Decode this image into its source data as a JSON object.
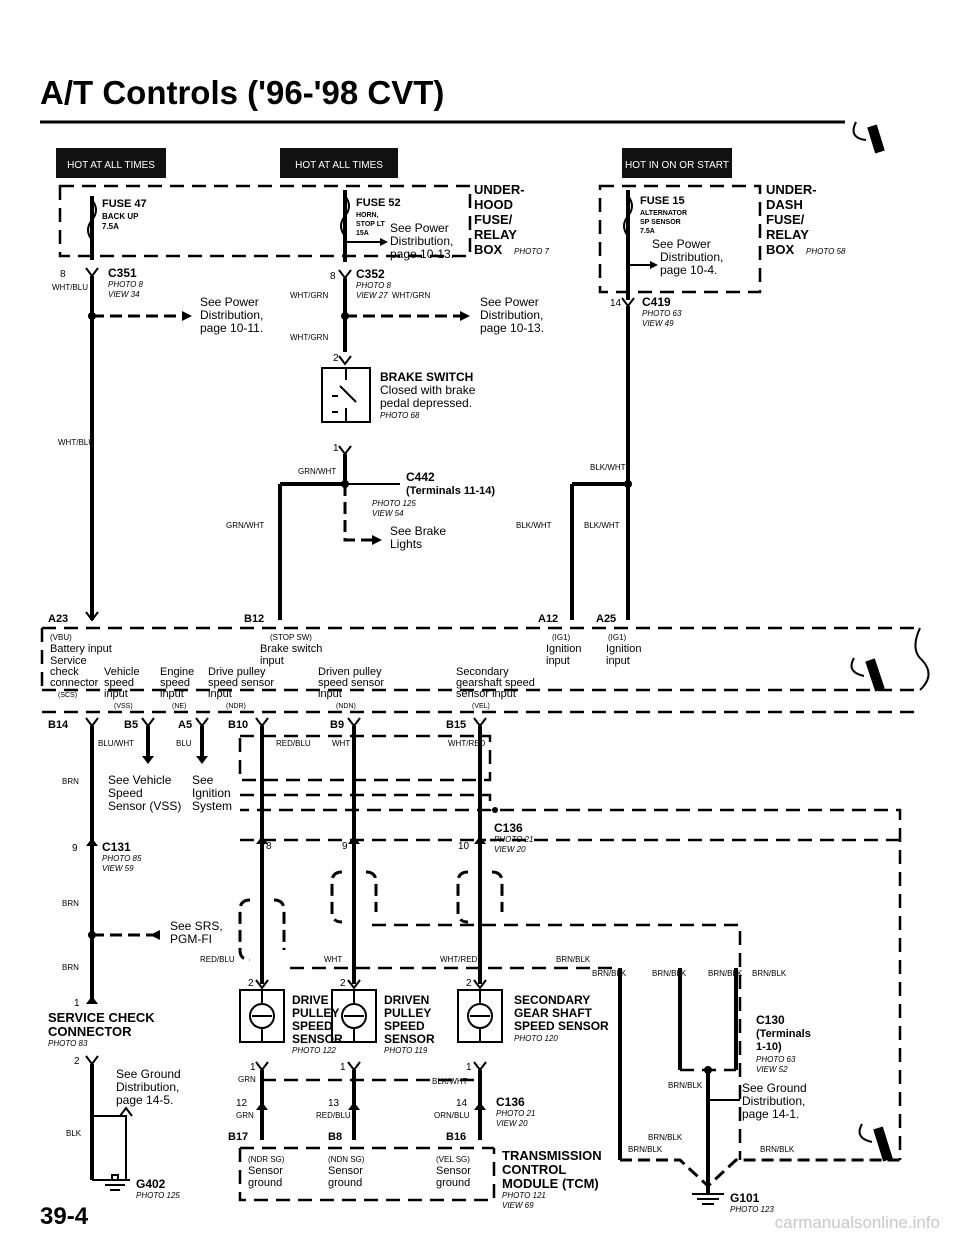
{
  "title": "A/T Controls ('96-'98 CVT)",
  "page_number": "39-4",
  "watermark": "carmanualsonline.info",
  "badges": {
    "hot_1": "HOT AT ALL TIMES",
    "hot_2": "HOT AT ALL TIMES",
    "hot_3": "HOT IN ON OR START"
  },
  "fuses": {
    "f47": {
      "name": "FUSE 47",
      "desc1": "BACK UP",
      "desc2": "7.5A"
    },
    "f52": {
      "name": "FUSE 52",
      "desc1": "HORN,",
      "desc2": "STOP LT",
      "desc3": "15A"
    },
    "f15": {
      "name": "FUSE 15",
      "desc1": "ALTERNATOR",
      "desc2": "SP SENSOR",
      "desc3": "7.5A"
    }
  },
  "boxes": {
    "hood": {
      "l1": "UNDER-",
      "l2": "HOOD",
      "l3": "FUSE/",
      "l4": "RELAY",
      "l5": "BOX",
      "photo": "PHOTO 7"
    },
    "dash": {
      "l1": "UNDER-",
      "l2": "DASH",
      "l3": "FUSE/",
      "l4": "RELAY",
      "l5": "BOX",
      "photo": "PHOTO 58"
    }
  },
  "refs": {
    "power_1013_a": [
      "See Power",
      "Distribution,",
      "page 10-13."
    ],
    "power_104": [
      "See Power",
      "Distribution,",
      "page 10-4."
    ],
    "power_1011": [
      "See Power",
      "Distribution,",
      "page 10-11."
    ],
    "power_1013_b": [
      "See Power",
      "Distribution,",
      "page 10-13."
    ],
    "brake_lights": [
      "See Brake",
      "Lights"
    ],
    "vss": [
      "See Vehicle",
      "Speed",
      "Sensor (VSS)"
    ],
    "ignition": [
      "See",
      "Ignition",
      "System"
    ],
    "srs": [
      "See SRS,",
      "PGM-FI"
    ],
    "ground_145": [
      "See Ground",
      "Distribution,",
      "page 14-5."
    ],
    "ground_141": [
      "See Ground",
      "Distribution,",
      "page 14-1."
    ]
  },
  "connectors": {
    "c351": {
      "name": "C351",
      "photo": "PHOTO 8",
      "view": "VIEW 34",
      "pin": "8"
    },
    "c352": {
      "name": "C352",
      "photo": "PHOTO 8",
      "view": "VIEW 27",
      "pin": "8"
    },
    "c419": {
      "name": "C419",
      "photo": "PHOTO 63",
      "view": "VIEW 49",
      "pin": "14"
    },
    "c442": {
      "name": "C442",
      "sub": "(Terminals 11-14)",
      "photo": "PHOTO 125",
      "view": "VIEW 54"
    },
    "c131": {
      "name": "C131",
      "photo": "PHOTO 85",
      "view": "VIEW 59",
      "pin": "9"
    },
    "c136a": {
      "name": "C136",
      "photo": "PHOTO 21",
      "view": "VIEW 20"
    },
    "c136b": {
      "name": "C136",
      "photo": "PHOTO 21",
      "view": "VIEW 20"
    },
    "c130": {
      "name": "C130",
      "sub1": "(Terminals",
      "sub2": "1-10)",
      "photo": "PHOTO 63",
      "view": "VIEW 52"
    }
  },
  "brake_switch": {
    "name": "BRAKE SWITCH",
    "d1": "Closed with brake",
    "d2": "pedal depressed.",
    "photo": "PHOTO 68"
  },
  "wires": {
    "wht_blu": "WHT/BLU",
    "wht_grn": "WHT/GRN",
    "grn_wht": "GRN/WHT",
    "blk_wht": "BLK/WHT",
    "blu_wht": "BLU/WHT",
    "blu": "BLU",
    "red_blu": "RED/BLU",
    "wht": "WHT",
    "wht_red": "WHT/RED",
    "brn": "BRN",
    "blk": "BLK",
    "grn": "GRN",
    "orn_blu": "ORN/BLU",
    "brn_blk": "BRN/BLK"
  },
  "pcm_pins": {
    "a23": "A23",
    "b12": "B12",
    "a12": "A12",
    "a25": "A25",
    "b14": "B14",
    "b5": "B5",
    "a5": "A5",
    "b10": "B10",
    "b9": "B9",
    "b15": "B15",
    "b17": "B17",
    "b8": "B8",
    "b16": "B16"
  },
  "pcm_top_labels": [
    {
      "code": "(VBU)",
      "text": [
        "Battery input"
      ]
    },
    {
      "code": "(STOP SW)",
      "text": [
        "Brake switch",
        "input"
      ]
    },
    {
      "code": "(IG1)",
      "text": [
        "Ignition",
        "input"
      ]
    },
    {
      "code": "(IG1)",
      "text": [
        "Ignition",
        "input"
      ]
    }
  ],
  "pcm_bottom_labels": [
    {
      "code": "(SCS)",
      "text": [
        "Service",
        "check",
        "connector"
      ]
    },
    {
      "code": "(VSS)",
      "text": [
        "Vehicle",
        "speed",
        "input"
      ]
    },
    {
      "code": "(NE)",
      "text": [
        "Engine",
        "speed",
        "input"
      ]
    },
    {
      "code": "(NDR)",
      "text": [
        "Drive pulley",
        "speed sensor",
        "input"
      ]
    },
    {
      "code": "(NDN)",
      "text": [
        "Driven pulley",
        "speed sensor",
        "input"
      ]
    },
    {
      "code": "(VEL)",
      "text": [
        "Secondary",
        "gearshaft speed",
        "sensor input"
      ]
    }
  ],
  "sensors": {
    "drive": [
      "DRIVE",
      "PULLEY",
      "SPEED",
      "SENSOR"
    ],
    "drive_photo": "PHOTO 122",
    "driven": [
      "DRIVEN",
      "PULLEY",
      "SPEED",
      "SENSOR"
    ],
    "driven_photo": "PHOTO 119",
    "secondary": [
      "SECONDARY",
      "GEAR SHAFT",
      "SPEED SENSOR"
    ],
    "secondary_photo": "PHOTO 120"
  },
  "service_check": {
    "l1": "SERVICE CHECK",
    "l2": "CONNECTOR",
    "photo": "PHOTO 83"
  },
  "tcm": {
    "l1": "TRANSMISSION",
    "l2": "CONTROL",
    "l3": "MODULE (TCM)",
    "photo": "PHOTO 121",
    "view": "VIEW 69",
    "codes": [
      "(NDR SG)",
      "(NDN SG)",
      "(VEL SG)"
    ],
    "sensor": "Sensor",
    "ground": "ground"
  },
  "grounds": {
    "g402": {
      "name": "G402",
      "photo": "PHOTO 125"
    },
    "g101": {
      "name": "G101",
      "photo": "PHOTO 123"
    }
  },
  "pins": {
    "n1": "1",
    "n2": "2",
    "n8": "8",
    "n9": "9",
    "n10": "10",
    "n12": "12",
    "n13": "13",
    "n14": "14",
    "n1a": "1",
    "n2a": "2"
  }
}
